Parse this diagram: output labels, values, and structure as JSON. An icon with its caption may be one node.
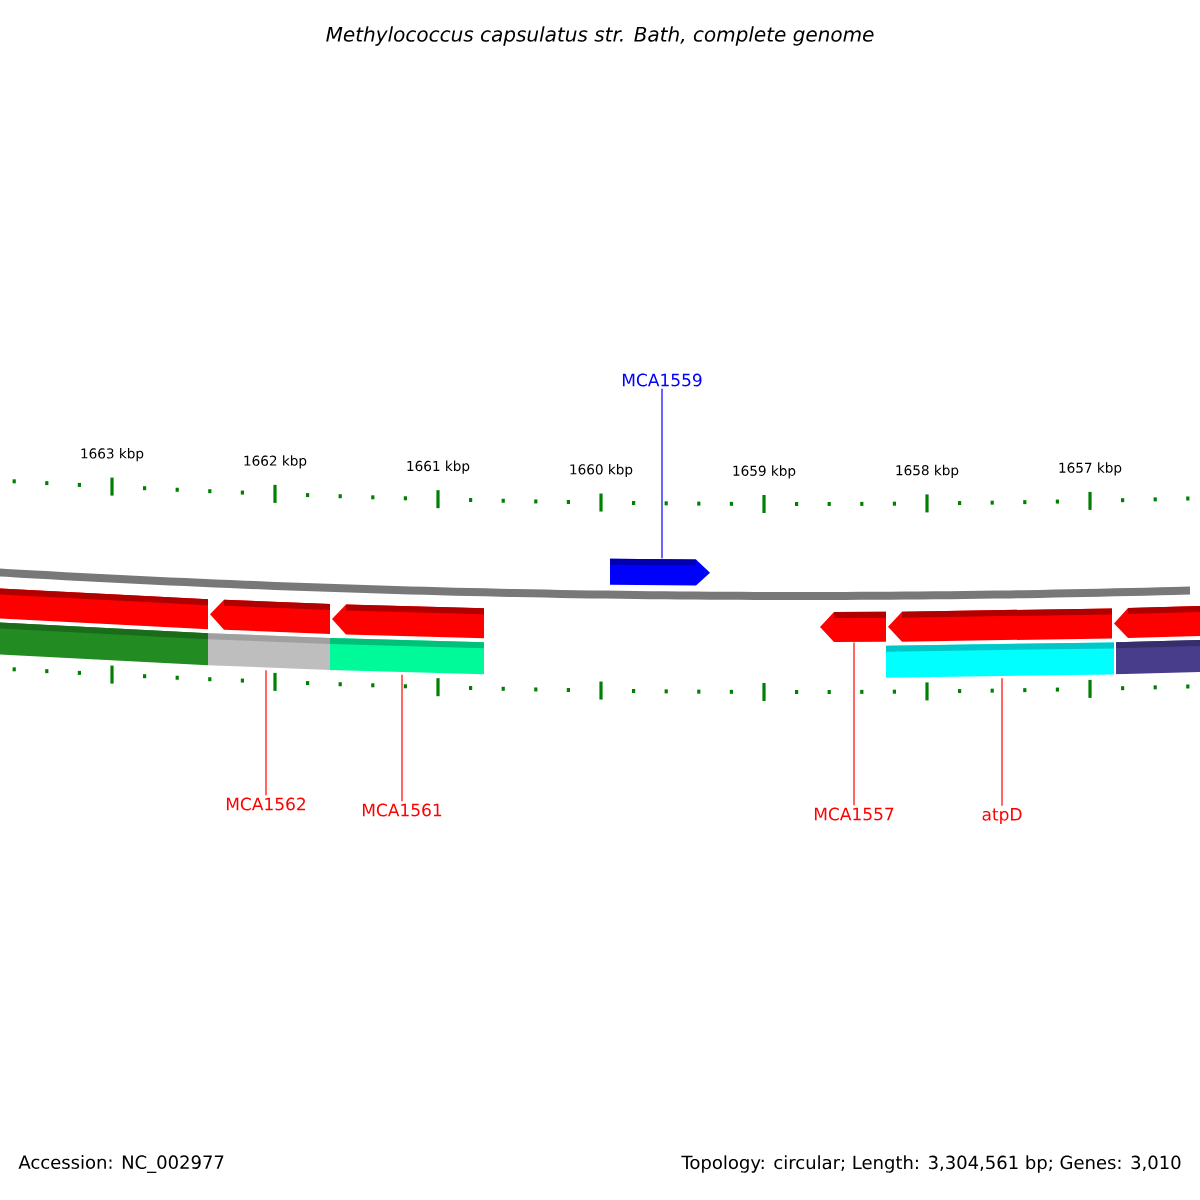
{
  "diagram": {
    "title": "Methylococcus capsulatus str. Bath, complete genome",
    "nodes": [
      {
        "text": [
          "MCA1559"
        ]
      },
      {
        "text": [],
        "shape": "pentagon"
      },
      {
        "text": [],
        "shape": "bar"
      },
      {
        "text": [],
        "shape": "pentagon"
      },
      {
        "text": [],
        "shape": "pentagon"
      },
      {
        "text": [],
        "shape": "pentagon"
      },
      {
        "text": [],
        "shape": "pentagon"
      },
      {
        "text": [],
        "shape": "pentagon"
      },
      {
        "text": [],
        "shape": "bar"
      },
      {
        "text": [],
        "shape": "bar"
      },
      {
        "text": [],
        "shape": "bar"
      },
      {
        "text": [],
        "shape": "bar"
      },
      {
        "text": [],
        "shape": "bar"
      },
      {
        "text": [
          "MCA1562"
        ]
      },
      {
        "text": [
          "MCA1561"
        ]
      },
      {
        "text": [
          "MCA1557"
        ]
      },
      {
        "text": [
          "atpD"
        ]
      }
    ],
    "edges": [
      {
        "from": 0,
        "to": 1,
        "arrow": "none",
        "color": "#0000ff"
      },
      {
        "from": 13,
        "to": 9,
        "arrow": "none"
      },
      {
        "from": 14,
        "to": 10,
        "arrow": "none"
      },
      {
        "from": 15,
        "to": 5,
        "arrow": "none"
      },
      {
        "from": 16,
        "to": 11,
        "arrow": "none"
      }
    ],
    "labels": [
      "1663 kbp",
      "1662 kbp",
      "1661 kbp",
      "1660 kbp",
      "1659 kbp",
      "1658 kbp",
      "1657 kbp",
      "Accession: NC_002977",
      "Topology: circular; Length: 3,304,561 bp; Genes: 3,010"
    ]
  }
}
